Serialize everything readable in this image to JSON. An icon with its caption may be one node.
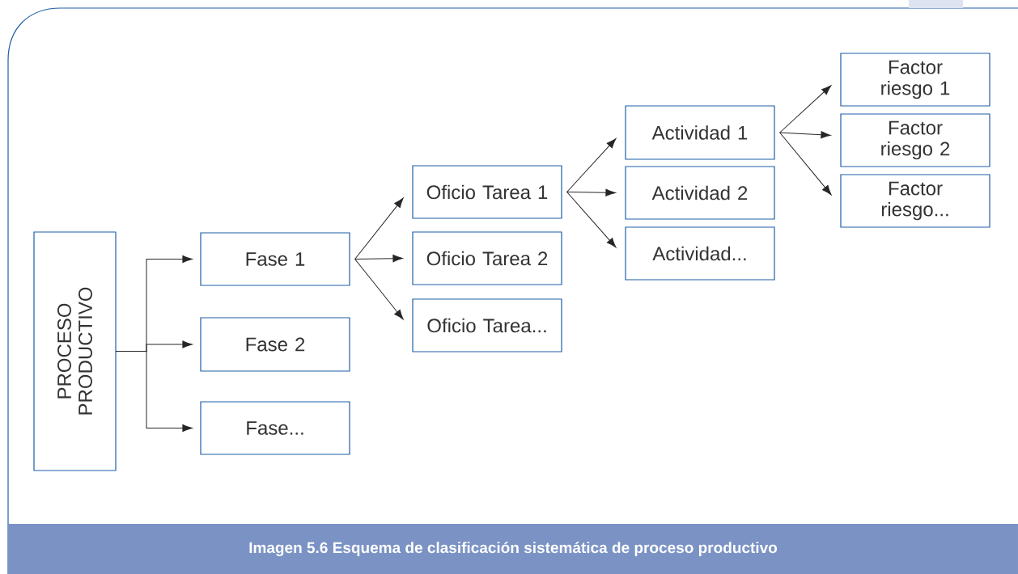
{
  "diagram": {
    "caption": "Imagen 5.6 Esquema de clasificación sistemática de proceso productivo",
    "nodes": [
      {
        "text": [
          "PROCESO PRODUCTIVO"
        ]
      },
      {
        "text": [
          "Fase 1"
        ]
      },
      {
        "text": [
          "Fase 2"
        ]
      },
      {
        "text": [
          "Fase..."
        ]
      },
      {
        "text": [
          "Oficio Tarea 1"
        ]
      },
      {
        "text": [
          "Oficio Tarea 2"
        ]
      },
      {
        "text": [
          "Oficio Tarea..."
        ]
      },
      {
        "text": [
          "Actividad 1"
        ]
      },
      {
        "text": [
          "Actividad 2"
        ]
      },
      {
        "text": [
          "Actividad..."
        ]
      },
      {
        "text": [
          "Factor riesgo 1"
        ]
      },
      {
        "text": [
          "Factor riesgo 2"
        ]
      },
      {
        "text": [
          "Factor riesgo..."
        ]
      }
    ],
    "edges": [
      {
        "from": 0,
        "to": 1,
        "arrow": "to"
      },
      {
        "from": 0,
        "to": 2,
        "arrow": "to"
      },
      {
        "from": 0,
        "to": 3,
        "arrow": "to"
      },
      {
        "from": 1,
        "to": 4,
        "arrow": "to"
      },
      {
        "from": 1,
        "to": 5,
        "arrow": "to"
      },
      {
        "from": 1,
        "to": 6,
        "arrow": "to"
      },
      {
        "from": 4,
        "to": 7,
        "arrow": "to"
      },
      {
        "from": 4,
        "to": 8,
        "arrow": "to"
      },
      {
        "from": 4,
        "to": 9,
        "arrow": "to"
      },
      {
        "from": 7,
        "to": 10,
        "arrow": "to"
      },
      {
        "from": 7,
        "to": 11,
        "arrow": "to"
      },
      {
        "from": 7,
        "to": 12,
        "arrow": "to"
      }
    ]
  }
}
